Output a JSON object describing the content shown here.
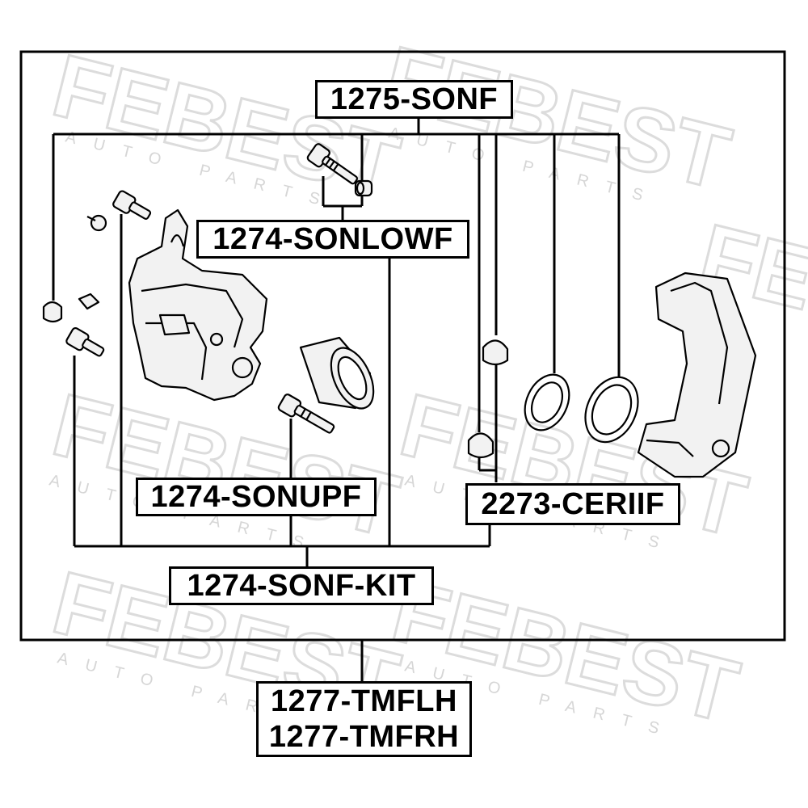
{
  "watermark": {
    "brand": "FEBEST",
    "tagline": "AUTO PARTS"
  },
  "labels": {
    "caliper_repair_kit": "1275-SONF",
    "lower_guide_pin": "1274-SONLOWF",
    "upper_guide_pin": "1274-SONUPF",
    "piston_seal_kit": "2273-CERIIF",
    "guide_kit": "1274-SONF-KIT",
    "caliper_left": "1277-TMFLH",
    "caliper_right": "1277-TMFRH"
  },
  "colors": {
    "line": "#000000",
    "watermark": "#e4e4e4",
    "part_fill": "#f2f2f2"
  }
}
